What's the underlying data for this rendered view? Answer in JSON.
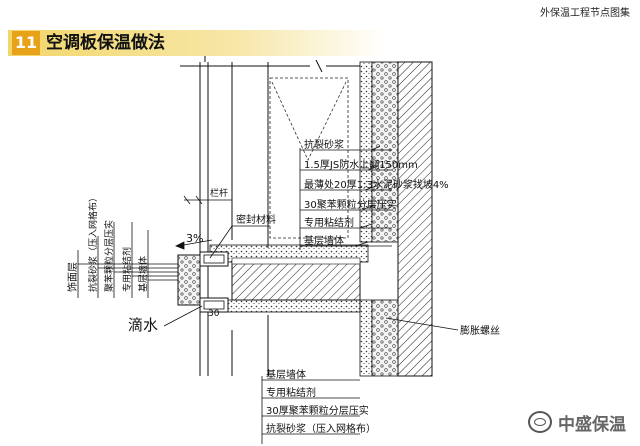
{
  "header": {
    "number": "11",
    "title": "空调板保温做法",
    "doc_title": "外保温工程节点图集"
  },
  "labels": {
    "left_layers": [
      "饰面层",
      "抗裂砂浆（压入网格布）",
      "聚苯颗粒分层压实",
      "专用粘结剂",
      "基层墙体"
    ],
    "right_layers": [
      "抗裂砂浆",
      "1.5厚JS防水上翻150mm",
      "最薄处20厚1:3水泥砂浆找坡4%",
      "30聚苯颗粒分层压实",
      "专用粘结剂",
      "基层墙体"
    ],
    "bottom_layers": [
      "基层墙体",
      "专用粘结剂",
      "30厚聚苯颗粒分层压实",
      "抗裂砂浆（压入网格布）"
    ],
    "seal_material": "密封材料",
    "drip": "滴水",
    "expansion_bolt": "膨胀螺丝",
    "slope": "3%",
    "rail": "栏杆",
    "dim_30": "30"
  },
  "watermark": "中盛保温"
}
